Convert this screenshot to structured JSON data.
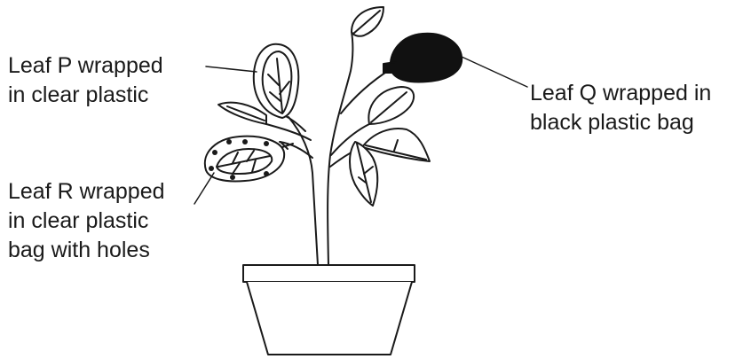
{
  "labels": {
    "leaf_p": {
      "line1": "Leaf P wrapped",
      "line2": "in clear plastic"
    },
    "leaf_q": {
      "line1": "Leaf Q wrapped in",
      "line2": "black plastic bag"
    },
    "leaf_r": {
      "line1": "Leaf R wrapped",
      "line2": "in clear plastic",
      "line3": "bag with holes"
    }
  },
  "colors": {
    "ink": "#1a1a1a",
    "black_bag": "#111111",
    "background": "#ffffff"
  }
}
